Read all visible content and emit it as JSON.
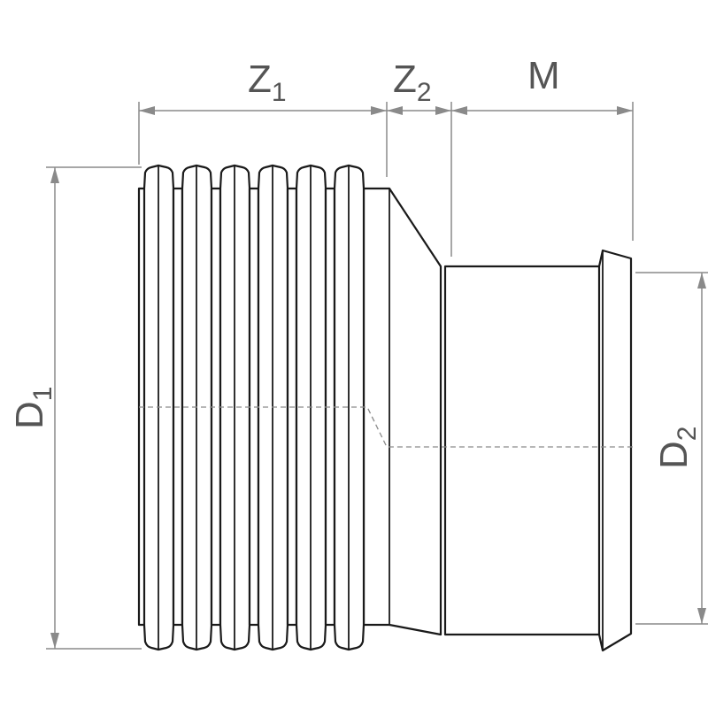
{
  "labels": {
    "z1": {
      "main": "Z",
      "sub": "1"
    },
    "z2": {
      "main": "Z",
      "sub": "2"
    },
    "m": {
      "main": "M"
    },
    "d1": {
      "main": "D",
      "sub": "1"
    },
    "d2": {
      "main": "D",
      "sub": "2"
    }
  },
  "ribs_count": 6,
  "colors": {
    "outline": "#1a1a1a",
    "dimension": "#8a8a8a",
    "label": "#555555"
  }
}
